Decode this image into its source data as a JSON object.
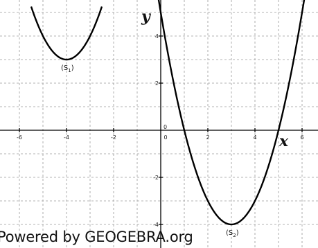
{
  "chart_data": {
    "type": "line",
    "xlabel": "x",
    "ylabel": "y",
    "xlim": [
      -6.85,
      6.5
    ],
    "ylim": [
      -4.6,
      5.2
    ],
    "x_ticks": [
      {
        "v": -6,
        "t": "-6"
      },
      {
        "v": -4,
        "t": "-4"
      },
      {
        "v": -2,
        "t": "-2"
      },
      {
        "v": 0,
        "t": "0"
      },
      {
        "v": 2,
        "t": "2"
      },
      {
        "v": 4,
        "t": "4"
      },
      {
        "v": 6,
        "t": "6"
      }
    ],
    "y_ticks": [
      {
        "v": -4,
        "t": "-4"
      },
      {
        "v": -2,
        "t": "-2"
      },
      {
        "v": 0,
        "t": "0"
      },
      {
        "v": 2,
        "t": "2"
      },
      {
        "v": 4,
        "t": "4"
      }
    ],
    "grid": true,
    "grid_step": 1,
    "curves": [
      {
        "a": 1,
        "h": -4,
        "k": 3,
        "x": [
          -5.5,
          -2.5
        ],
        "vertex_label": "S",
        "vertex_sub": "1"
      },
      {
        "a": 1,
        "h": 3,
        "k": -4,
        "x": [
          -0.5,
          6.5
        ],
        "vertex_label": "S",
        "vertex_sub": "2"
      }
    ]
  },
  "credit_text": "Powered by GEOGEBRA.org"
}
